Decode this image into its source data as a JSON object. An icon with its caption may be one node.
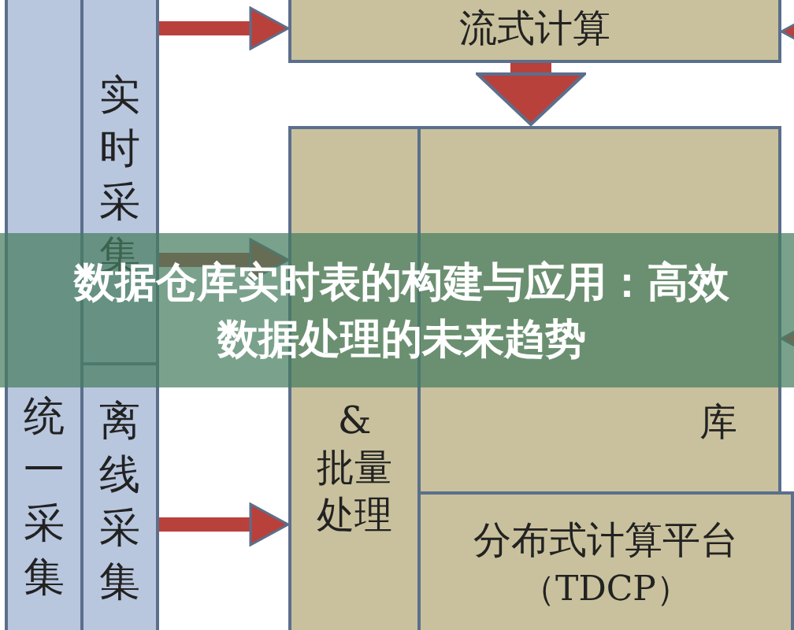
{
  "diagram": {
    "title": "数据仓库实时表的构建与应用：高效数据处理的未来趋势",
    "nodes": [
      {
        "text": [
          "统一采集"
        ]
      },
      {
        "text": [
          "实时采集"
        ]
      },
      {
        "text": [
          "离线采集"
        ]
      },
      {
        "text": [
          "流式计算"
        ]
      },
      {
        "text": [
          "& 批量处理"
        ]
      },
      {
        "text": [
          "库"
        ]
      },
      {
        "text": [
          "分布式计算平台",
          "（TDCP）"
        ]
      }
    ],
    "edges": [
      {
        "from": 1,
        "to": 3,
        "arrow": "to"
      },
      {
        "from": 1,
        "to": 4,
        "arrow": "to"
      },
      {
        "from": 2,
        "to": 4,
        "arrow": "to"
      },
      {
        "from": 3,
        "to": 5,
        "arrow": "to",
        "style": "thick"
      },
      {
        "from": null,
        "to": 3,
        "arrow": "to"
      },
      {
        "from": null,
        "to": 5,
        "arrow": "to"
      }
    ]
  }
}
